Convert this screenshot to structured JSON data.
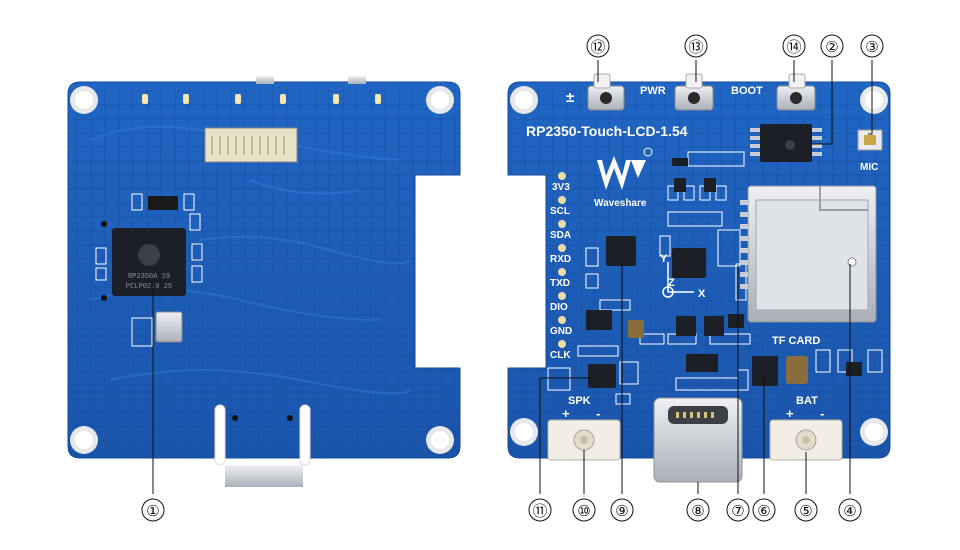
{
  "board": {
    "title": "RP2350-Touch-LCD-1.54",
    "brand": "Waveshare",
    "buttons": [
      "±",
      "PWR",
      "BOOT"
    ],
    "mic_label": "MIC",
    "tf_label": "TF CARD",
    "spk_label": "SPK",
    "bat_label": "BAT",
    "pins": [
      "3V3",
      "SCL",
      "SDA",
      "RXD",
      "TXD",
      "DIO",
      "GND",
      "CLK"
    ],
    "axes": [
      "Y",
      "Z",
      "X"
    ],
    "plus": "+",
    "minus": "-"
  },
  "chip_text": {
    "line1": "RP2350A 19",
    "line2": "PCLP02.0 25"
  },
  "callouts": [
    "①",
    "②",
    "③",
    "④",
    "⑤",
    "⑥",
    "⑦",
    "⑧",
    "⑨",
    "⑩",
    "⑪",
    "⑫",
    "⑬",
    "⑭"
  ],
  "colors": {
    "pcb": "#1b5bb5",
    "pcb_dark": "#123f86",
    "silk": "#ffffff",
    "metal": "#c9ced6",
    "chip": "#1c1f25"
  }
}
